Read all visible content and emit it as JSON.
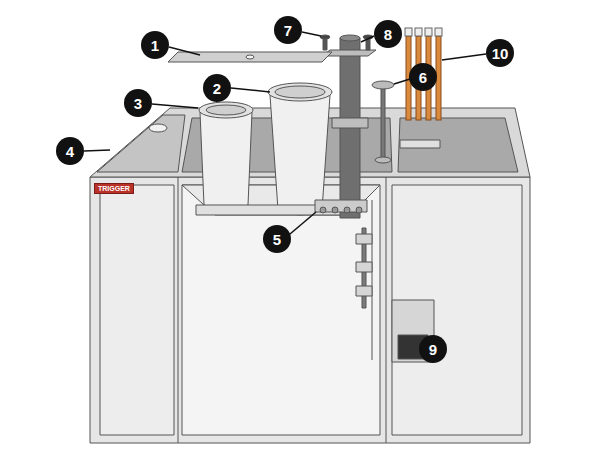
{
  "diagram": {
    "nodes": [
      {
        "text": [
          "1"
        ]
      },
      {
        "text": [
          "2"
        ]
      },
      {
        "text": [
          "3"
        ]
      },
      {
        "text": [
          "4"
        ]
      },
      {
        "text": [
          "5"
        ]
      },
      {
        "text": [
          "6"
        ]
      },
      {
        "text": [
          "7"
        ]
      },
      {
        "text": [
          "8"
        ]
      },
      {
        "text": [
          "9"
        ]
      },
      {
        "text": [
          "10"
        ]
      }
    ],
    "edges": [],
    "labels": [
      "TRIGGER"
    ]
  }
}
